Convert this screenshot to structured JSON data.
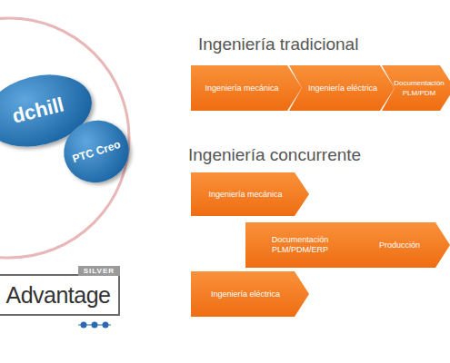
{
  "diagram": {
    "nodes": [
      {
        "text": [
          "dchill"
        ]
      },
      {
        "text": [
          "PTC Creo"
        ]
      },
      {
        "text": [
          "SILVER",
          "Advantage"
        ]
      },
      {
        "text": [
          "Ingeniería mecánica"
        ]
      },
      {
        "text": [
          "Ingeniería eléctrica"
        ]
      },
      {
        "text": [
          "Documentación PLM/PDM"
        ]
      },
      {
        "text": [
          "Ingeniería mecánica"
        ]
      },
      {
        "text": [
          "Documentación PLM/PDM/ERP"
        ]
      },
      {
        "text": [
          "Producción"
        ]
      },
      {
        "text": [
          "Ingeniería eléctrica"
        ]
      }
    ],
    "labels": [
      "Ingeniería tradicional",
      "Ingeniería concurrente"
    ]
  }
}
